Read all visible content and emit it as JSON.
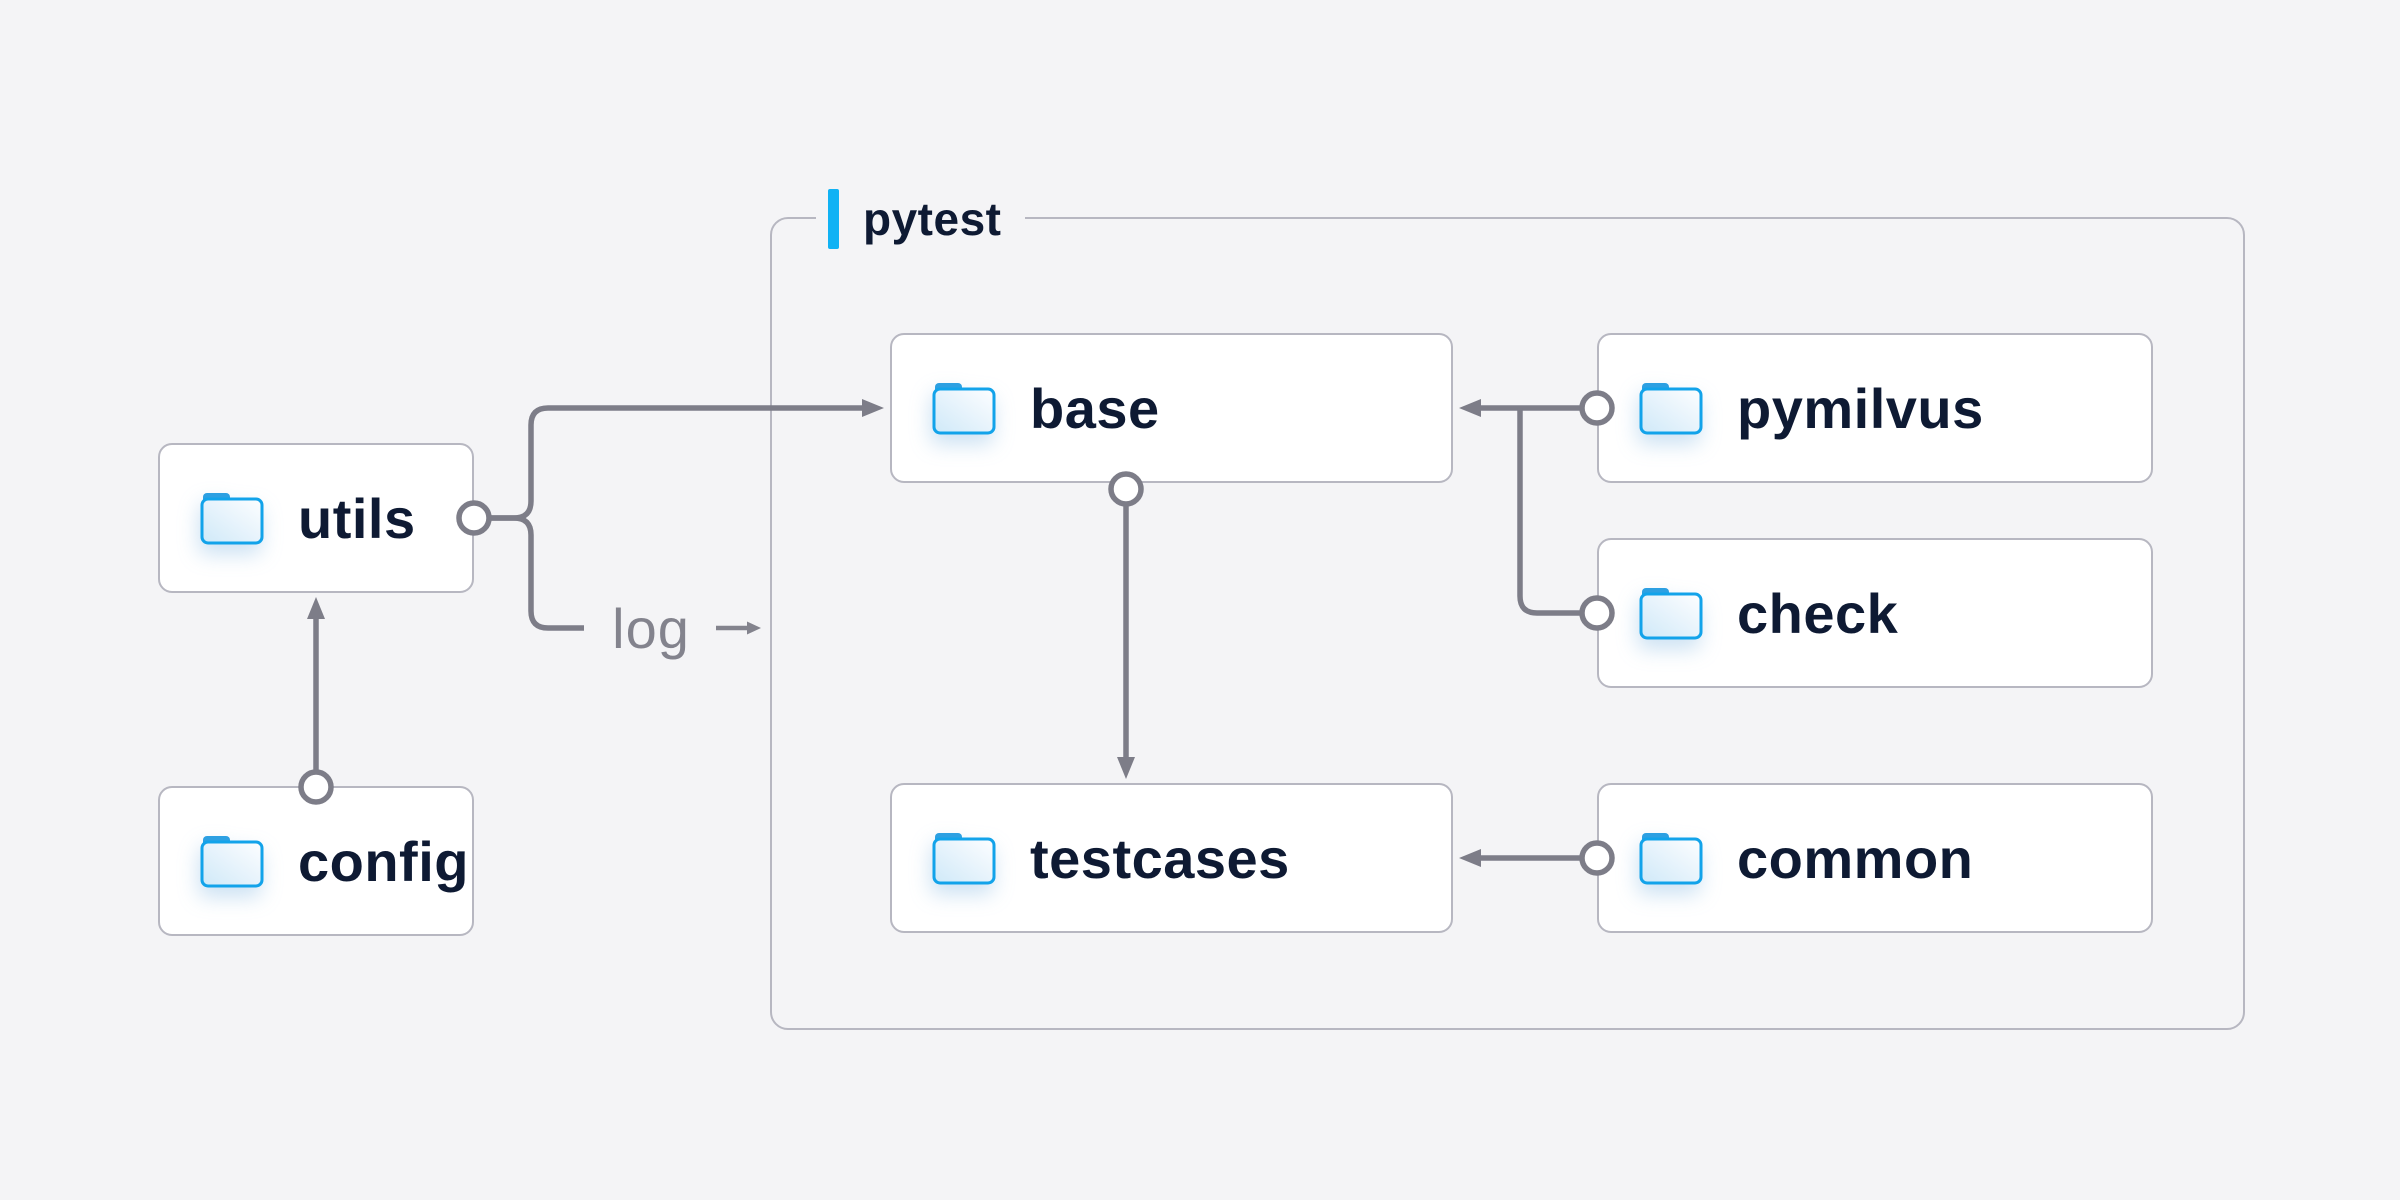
{
  "diagram": {
    "group_label": "pytest",
    "log_label": "log",
    "nodes": {
      "utils": {
        "label": "utils",
        "icon": "folder-icon"
      },
      "config": {
        "label": "config",
        "icon": "folder-icon"
      },
      "base": {
        "label": "base",
        "icon": "folder-icon"
      },
      "pymilvus": {
        "label": "pymilvus",
        "icon": "folder-icon"
      },
      "check": {
        "label": "check",
        "icon": "folder-icon"
      },
      "testcases": {
        "label": "testcases",
        "icon": "folder-icon"
      },
      "common": {
        "label": "common",
        "icon": "folder-icon"
      }
    },
    "edges": [
      {
        "from": "config",
        "to": "utils",
        "style": "arrow"
      },
      {
        "from": "utils",
        "to": "base",
        "style": "arrow"
      },
      {
        "from": "utils",
        "to": "log",
        "style": "arrow",
        "label": "log"
      },
      {
        "from": "base",
        "to": "testcases",
        "style": "arrow"
      },
      {
        "from": "pymilvus",
        "to": "base",
        "style": "arrow"
      },
      {
        "from": "check",
        "to": "base",
        "style": "arrow"
      },
      {
        "from": "common",
        "to": "testcases",
        "style": "arrow"
      }
    ],
    "colors": {
      "background": "#f4f4f6",
      "node_background": "#ffffff",
      "node_border": "#b7b7c1",
      "connector": "#7d7d88",
      "accent_bar": "#10b2f4",
      "folder_stroke": "#12a3ea",
      "folder_tab": "#2da0e2",
      "label_text": "#0e1a33",
      "muted_text": "#83838d"
    }
  }
}
